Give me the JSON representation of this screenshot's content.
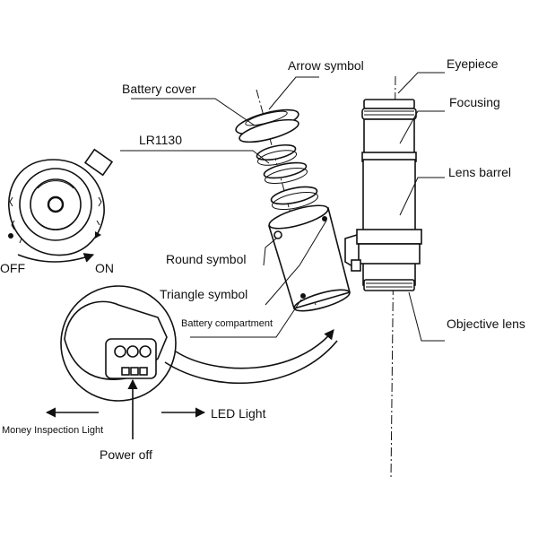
{
  "labels": {
    "arrow_symbol": "Arrow symbol",
    "eyepiece": "Eyepiece",
    "battery_cover": "Battery cover",
    "focusing": "Focusing",
    "lr1130": "LR1130",
    "lens_barrel": "Lens barrel",
    "round_symbol": "Round symbol",
    "triangle_symbol": "Triangle symbol",
    "battery_compartment": "Battery compartment",
    "objective_lens": "Objective lens",
    "off": "OFF",
    "on": "ON",
    "led_light": "LED Light",
    "money_inspection_light": "Money Inspection Light",
    "power_off": "Power off"
  },
  "icons": {
    "arrow_left": "arrow-left-icon",
    "arrow_right": "arrow-right-icon",
    "arrow_up": "arrow-up-icon",
    "rotate_dial": "rotate-dial-icon"
  },
  "colors": {
    "line": "#111111",
    "background": "#ffffff"
  }
}
